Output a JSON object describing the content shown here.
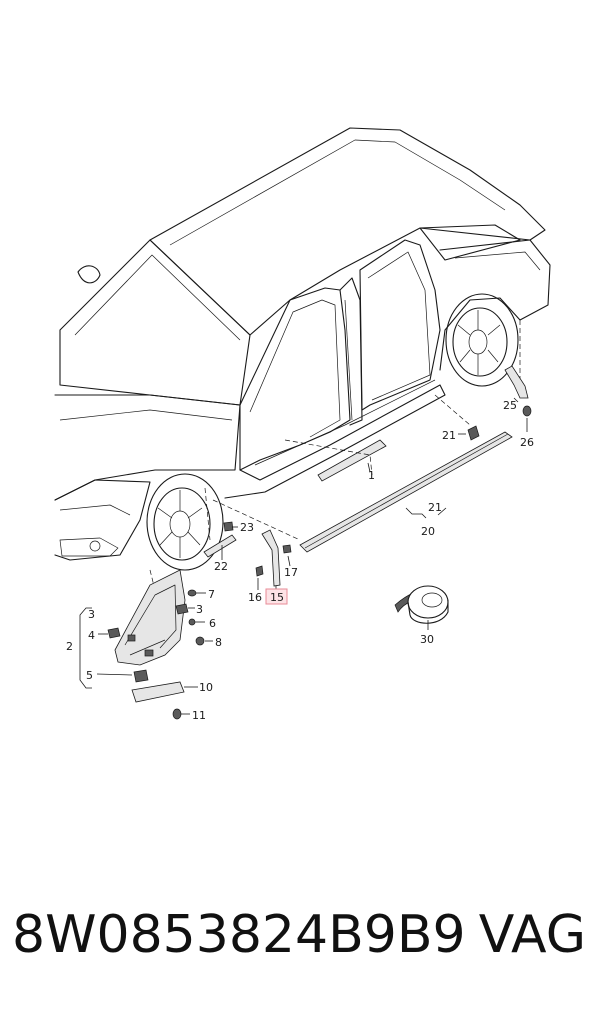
{
  "diagram": {
    "part_labels": {
      "p1": "1",
      "p2": "2",
      "p3a": "3",
      "p3b": "3",
      "p4": "4",
      "p5": "5",
      "p6": "6",
      "p7": "7",
      "p8": "8",
      "p10": "10",
      "p11": "11",
      "p15": "15",
      "p16": "16",
      "p17": "17",
      "p20": "20",
      "p21a": "21",
      "p21b": "21",
      "p22": "22",
      "p23": "23",
      "p25": "25",
      "p26": "26",
      "p30": "30"
    },
    "highlighted_part": "15",
    "highlight_color": "#fde3e6"
  },
  "caption": {
    "part_number": "8W0853824B9B9",
    "brand": "VAG"
  }
}
